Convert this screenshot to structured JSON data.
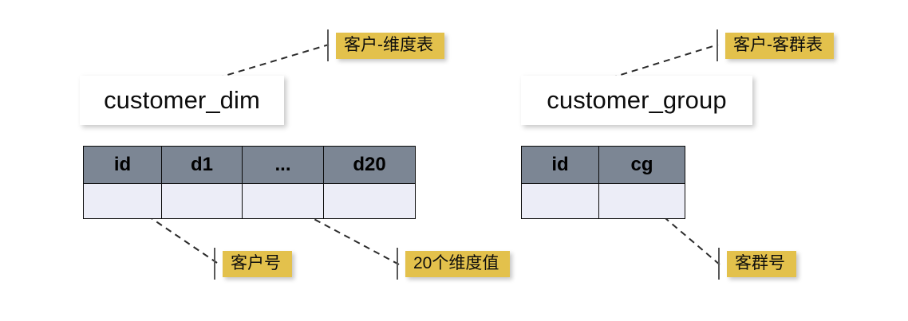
{
  "diagram": {
    "title": "customer dimension and customer group table schema diagram",
    "background_color": "#ffffff",
    "colors": {
      "callout_fill": "#e3c14c",
      "table_header_fill": "#7c8694",
      "table_body_fill": "#ecedf7",
      "entity_box_fill": "#ffffff",
      "line_color": "#2b2b2b",
      "tick_color": "#595959",
      "text_color": "#0d0d0d"
    },
    "entities": [
      {
        "id": "customer_dim",
        "name": "customer_dim",
        "note": "客户-维度表",
        "columns": [
          "id",
          "d1",
          "...",
          "d20"
        ],
        "row_values": [
          "",
          "",
          "",
          ""
        ],
        "column_notes": [
          {
            "column": "id",
            "text": "客户号"
          },
          {
            "column": "...",
            "text": "20个维度值"
          }
        ]
      },
      {
        "id": "customer_group",
        "name": "customer_group",
        "note": "客户-客群表",
        "columns": [
          "id",
          "cg"
        ],
        "row_values": [
          "",
          ""
        ],
        "column_notes": [
          {
            "column": "cg",
            "text": "客群号"
          }
        ]
      }
    ],
    "callouts": [
      {
        "id": "note-customer-dim-table",
        "text": "客户-维度表"
      },
      {
        "id": "note-customer-group-table",
        "text": "客户-客群表"
      },
      {
        "id": "note-customer-id",
        "text": "客户号"
      },
      {
        "id": "note-20-dimension-values",
        "text": "20个维度值"
      },
      {
        "id": "note-group-id",
        "text": "客群号"
      }
    ]
  }
}
